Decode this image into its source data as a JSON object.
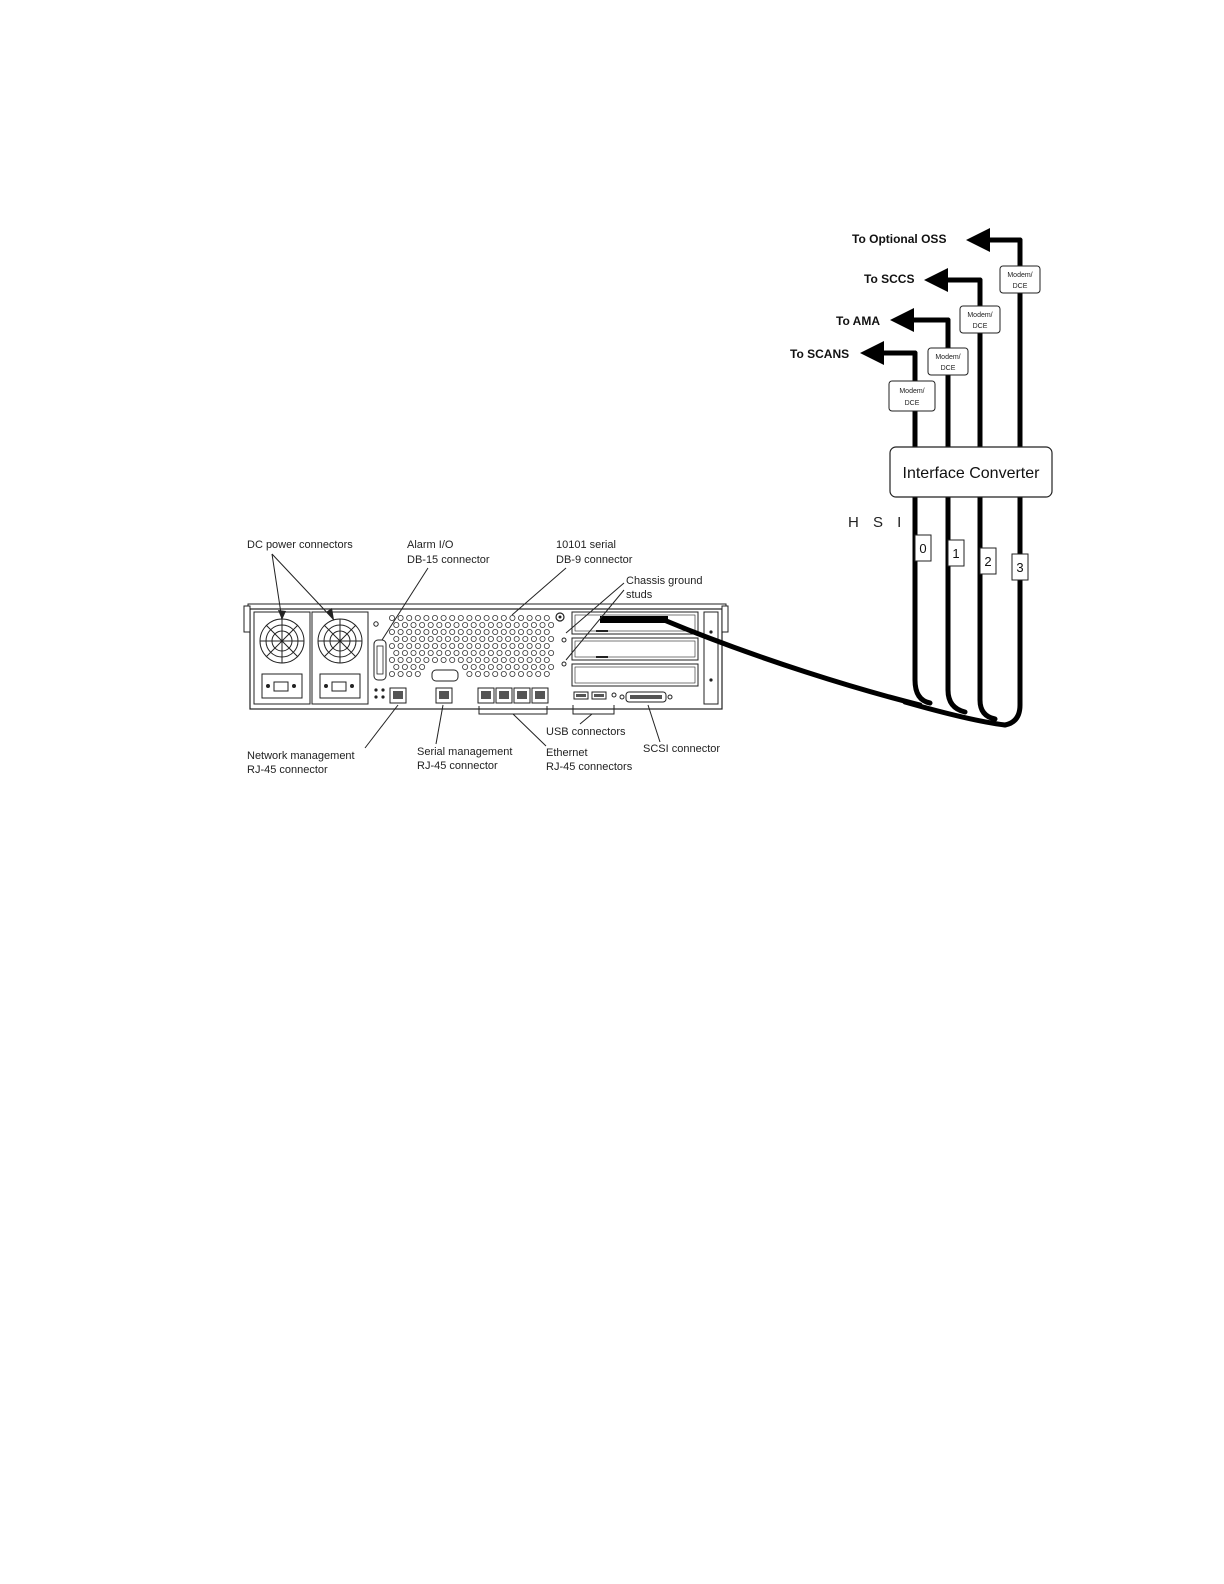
{
  "destinations": [
    {
      "label": "To Optional OSS",
      "modem_line1": "Modem/",
      "modem_line2": "DCE"
    },
    {
      "label": "To SCCS",
      "modem_line1": "Modem/",
      "modem_line2": "DCE"
    },
    {
      "label": "To AMA",
      "modem_line1": "Modem/",
      "modem_line2": "DCE"
    },
    {
      "label": "To SCANS",
      "modem_line1": "Modem/",
      "modem_line2": "DCE"
    }
  ],
  "converter": {
    "label": "Interface Converter"
  },
  "hsi": {
    "label": "H S I",
    "ports": [
      "0",
      "1",
      "2",
      "3"
    ]
  },
  "callouts": {
    "dc_power": "DC  power  connectors",
    "alarm_line1": "Alarm I/O",
    "alarm_line2": "DB-15 connector",
    "serial_line1": "10101 serial",
    "serial_line2": "DB-9  connector",
    "ground_line1": "Chassis  ground",
    "ground_line2": "studs",
    "netmgmt_line1": "Network management",
    "netmgmt_line2": "RJ-45 connector",
    "sermgmt_line1": "Serial management",
    "sermgmt_line2": "RJ-45  connector",
    "usb": "USB  connectors",
    "ethernet_line1": "Ethernet",
    "ethernet_line2": "RJ-45  connectors",
    "scsi": "SCSI  connector"
  }
}
